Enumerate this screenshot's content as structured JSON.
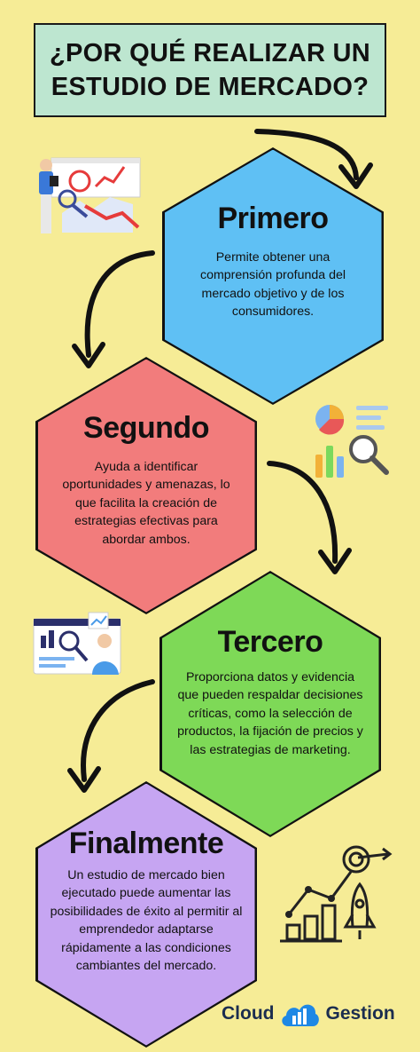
{
  "title": {
    "line1": "¿POR QUÉ REALIZAR UN",
    "line2": "ESTUDIO DE MERCADO?"
  },
  "steps": [
    {
      "title": "Primero",
      "text": "Permite obtener una comprensión profunda del mercado objetivo y de los consumidores.",
      "color": "#5fc0f4"
    },
    {
      "title": "Segundo",
      "text": "Ayuda a identificar oportunidades y amenazas, lo que facilita la creación de estrategias efectivas para abordar ambos.",
      "color": "#f27c7c"
    },
    {
      "title": "Tercero",
      "text": "Proporciona datos y evidencia que pueden respaldar decisiones críticas, como la selección de productos, la fijación de precios y las estrategias de marketing.",
      "color": "#7ed957"
    },
    {
      "title": "Finalmente",
      "text": "Un estudio de mercado bien ejecutado puede aumentar las posibilidades de éxito al permitir al emprendedor adaptarse rápidamente a las condiciones cambiantes del mercado.",
      "color": "#c6a5f2"
    }
  ],
  "logo": {
    "left": "Cloud",
    "right": "Gestion"
  },
  "colors": {
    "background": "#f6ec96",
    "title_box": "#bde6d0",
    "logo_blue": "#1e88e5"
  },
  "icons": [
    "analyst-chart-icon",
    "pie-chart-search-icon",
    "dashboard-analyst-icon",
    "growth-target-rocket-icon",
    "cloud-logo-icon"
  ]
}
